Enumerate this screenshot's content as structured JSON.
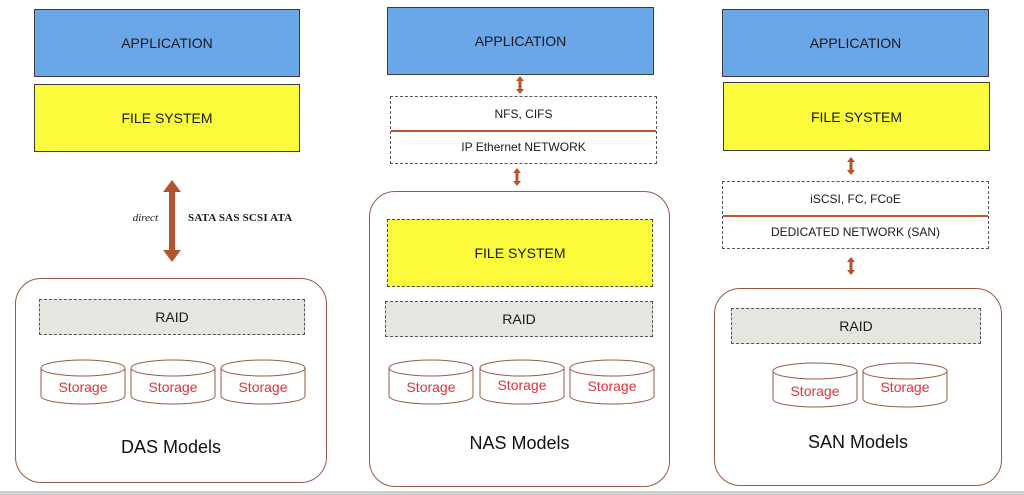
{
  "colors": {
    "application": "#6aa6e8",
    "file_system": "#fbfb3c",
    "raid": "#e6e5df",
    "arrow": "#b5532e",
    "storage_text": "#e0323a",
    "model_border": "#9a5a44"
  },
  "das": {
    "application": "APPLICATION",
    "file_system": "FILE SYSTEM",
    "connection_type": "direct",
    "protocols": "SATA SAS SCSI ATA",
    "raid": "RAID",
    "storage": [
      "Storage",
      "Storage",
      "Storage"
    ],
    "title": "DAS Models"
  },
  "nas": {
    "application": "APPLICATION",
    "protocol": "NFS, CIFS",
    "network": "IP Ethernet NETWORK",
    "file_system": "FILE SYSTEM",
    "raid": "RAID",
    "storage": [
      "Storage",
      "Storage",
      "Storage"
    ],
    "title": "NAS Models"
  },
  "san": {
    "application": "APPLICATION",
    "file_system": "FILE SYSTEM",
    "protocol": "iSCSI, FC, FCoE",
    "network": "DEDICATED NETWORK (SAN)",
    "raid": "RAID",
    "storage": [
      "Storage",
      "Storage"
    ],
    "title": "SAN Models"
  }
}
